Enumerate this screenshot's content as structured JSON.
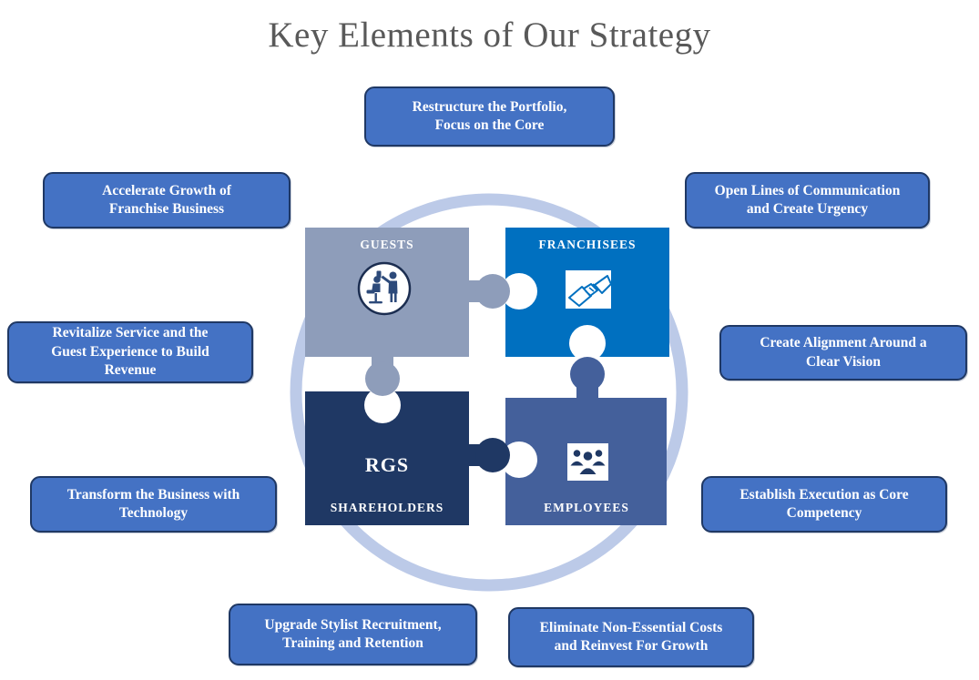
{
  "title": "Key Elements of Our Strategy",
  "colors": {
    "title_text": "#595959",
    "callout_fill": "#4472C4",
    "callout_border": "#1F3864",
    "callout_text": "#FFFFFF",
    "guests_piece": "#8E9DBA",
    "franchisees_piece": "#0070C0",
    "shareholders_piece": "#1F3864",
    "employees_piece": "#44609B",
    "ring": "#BCCAE8"
  },
  "callouts": [
    {
      "id": "restructure",
      "label": "Restructure the Portfolio,\nFocus on the Core"
    },
    {
      "id": "accelerate",
      "label": "Accelerate Growth of\nFranchise Business"
    },
    {
      "id": "open-lines",
      "label": "Open Lines of Communication\nand Create Urgency"
    },
    {
      "id": "revitalize",
      "label": "Revitalize Service and the\nGuest Experience to Build\nRevenue"
    },
    {
      "id": "create-alignment",
      "label": "Create Alignment Around a\nClear Vision"
    },
    {
      "id": "transform",
      "label": "Transform the Business with\nTechnology"
    },
    {
      "id": "establish",
      "label": "Establish Execution as Core\nCompetency"
    },
    {
      "id": "upgrade",
      "label": "Upgrade Stylist Recruitment,\nTraining and Retention"
    },
    {
      "id": "eliminate",
      "label": "Eliminate Non-Essential Costs\nand Reinvest For Growth"
    }
  ],
  "puzzle": {
    "guests": {
      "label": "GUESTS",
      "icon": "stylist-client-icon"
    },
    "franchisees": {
      "label": "FRANCHISEES",
      "icon": "handshake-icon"
    },
    "shareholders": {
      "center_label": "RGS",
      "label": "SHAREHOLDERS"
    },
    "employees": {
      "label": "EMPLOYEES",
      "icon": "team-icon"
    }
  }
}
